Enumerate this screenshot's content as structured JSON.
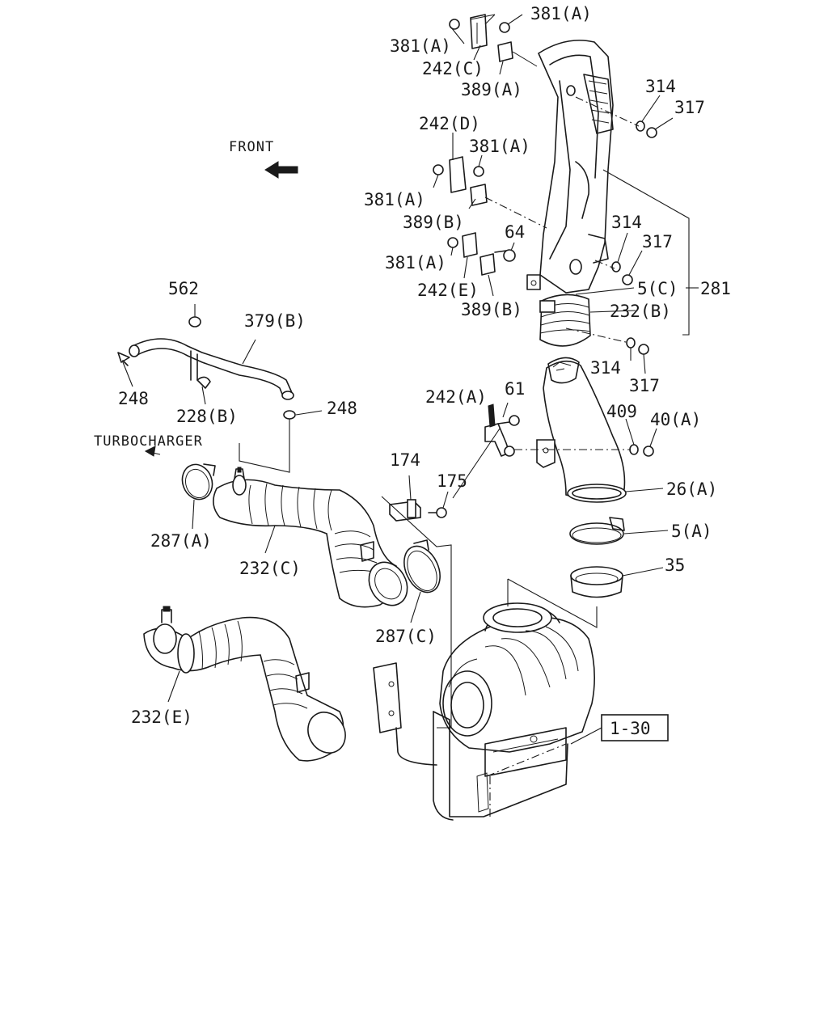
{
  "direction_labels": {
    "front": "FRONT",
    "turbocharger": "TURBOCHARGER"
  },
  "reference_box": "1-30",
  "callouts": {
    "c381a_top_right": "381(A)",
    "c381a_top_left": "381(A)",
    "c242c": "242(C)",
    "c389a": "389(A)",
    "c314_top": "314",
    "c317_top": "317",
    "c242d": "242(D)",
    "c381a_mid_right": "381(A)",
    "c381a_mid_left": "381(A)",
    "c389b_upper": "389(B)",
    "c64": "64",
    "c314_mid": "314",
    "c317_mid": "317",
    "c381a_lower": "381(A)",
    "c242e": "242(E)",
    "c389b_lower": "389(B)",
    "c5c": "5(C)",
    "c281": "281",
    "c232b": "232(B)",
    "c314_low": "314",
    "c317_low": "317",
    "c562": "562",
    "c379b": "379(B)",
    "c248_left": "248",
    "c228b": "228(B)",
    "c248_right": "248",
    "c242a": "242(A)",
    "c61": "61",
    "c409": "409",
    "c40a": "40(A)",
    "c174": "174",
    "c175": "175",
    "c26a": "26(A)",
    "c287a": "287(A)",
    "c5a": "5(A)",
    "c232c": "232(C)",
    "c35": "35",
    "c287c": "287(C)",
    "c232e": "232(E)"
  }
}
